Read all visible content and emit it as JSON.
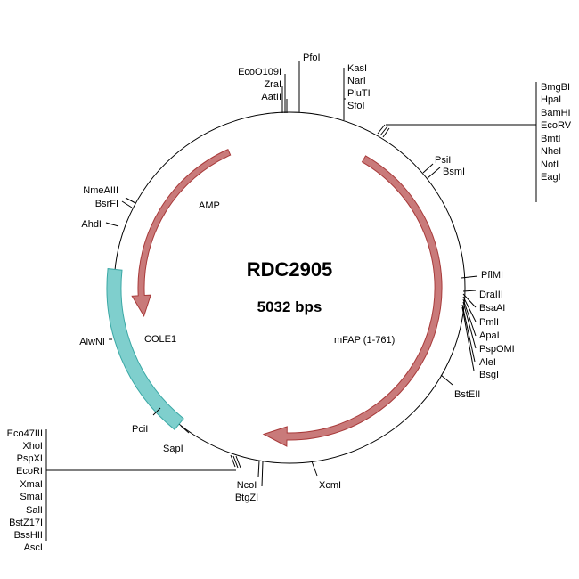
{
  "plasmid": {
    "name": "RDC2905",
    "size_label": "5032 bps"
  },
  "colors": {
    "arrow_fill": "#c97a7a",
    "arrow_stroke": "#a83a3a",
    "cole1_fill": "#7fcfcd",
    "cole1_stroke": "#3aa8a5",
    "backbone": "#000000"
  },
  "features": [
    {
      "id": "amp",
      "label": "AMP",
      "type": "arrow",
      "direction": "ccw"
    },
    {
      "id": "mfap",
      "label": "mFAP (1-761)",
      "type": "arrow",
      "direction": "cw"
    },
    {
      "id": "cole1",
      "label": "COLE1",
      "type": "box"
    }
  ],
  "sites": {
    "top_left": [
      "EcoO109I",
      "ZraI",
      "AatII"
    ],
    "top": [
      "PfoI"
    ],
    "top_right": [
      "KasI",
      "NarI",
      "PluTI",
      "SfoI"
    ],
    "mcs_top": [
      "BmgBI",
      "HpaI",
      "BamHI",
      "EcoRV",
      "BmtI",
      "NheI",
      "NotI",
      "EagI"
    ],
    "psi_group": [
      "PsiI",
      "BsmI"
    ],
    "pflmi": [
      "PflMI"
    ],
    "right_group": [
      "DraIII",
      "BsaAI",
      "PmlI",
      "ApaI",
      "PspOMI",
      "AleI",
      "BsgI"
    ],
    "bsteii": [
      "BstEII"
    ],
    "xcmi": [
      "XcmI"
    ],
    "bottom_group": [
      "NcoI",
      "BtgZI"
    ],
    "mcs_bottom": [
      "Eco47III",
      "XhoI",
      "PspXI",
      "EcoRI",
      "XmaI",
      "SmaI",
      "SalI",
      "BstZ17I",
      "BssHII",
      "AscI"
    ],
    "sapi": [
      "SapI"
    ],
    "pcii": [
      "PciI"
    ],
    "alwni": [
      "AlwNI"
    ],
    "ahdi": [
      "AhdI"
    ],
    "left_group": [
      "NmeAIII",
      "BsrFI"
    ]
  }
}
